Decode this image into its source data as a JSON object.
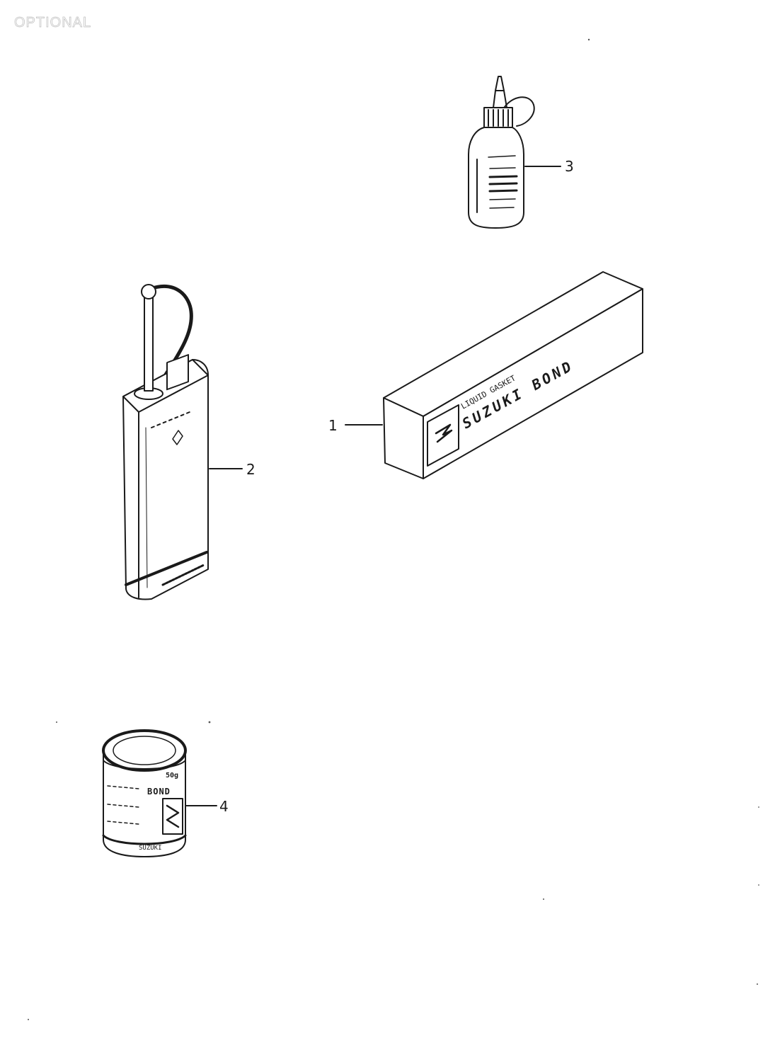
{
  "header": {
    "text": "OPTIONAL"
  },
  "callouts": [
    {
      "number": "1"
    },
    {
      "number": "2"
    },
    {
      "number": "3"
    },
    {
      "number": "4"
    }
  ],
  "box_print": {
    "line1": "LIQUID GASKET",
    "line2": "SUZUKI BOND"
  },
  "can_print": {
    "line1": "50g",
    "line2": "BOND",
    "line3": "SUZUKI"
  },
  "icons": [
    "liquid-gasket-box-icon",
    "oil-can-icon",
    "dispenser-bottle-icon",
    "paint-can-icon",
    "suzuki-logo-icon"
  ],
  "colors": {
    "ink": "#1a1a1a",
    "paper": "#ffffff",
    "header": "#bdbdbd"
  }
}
